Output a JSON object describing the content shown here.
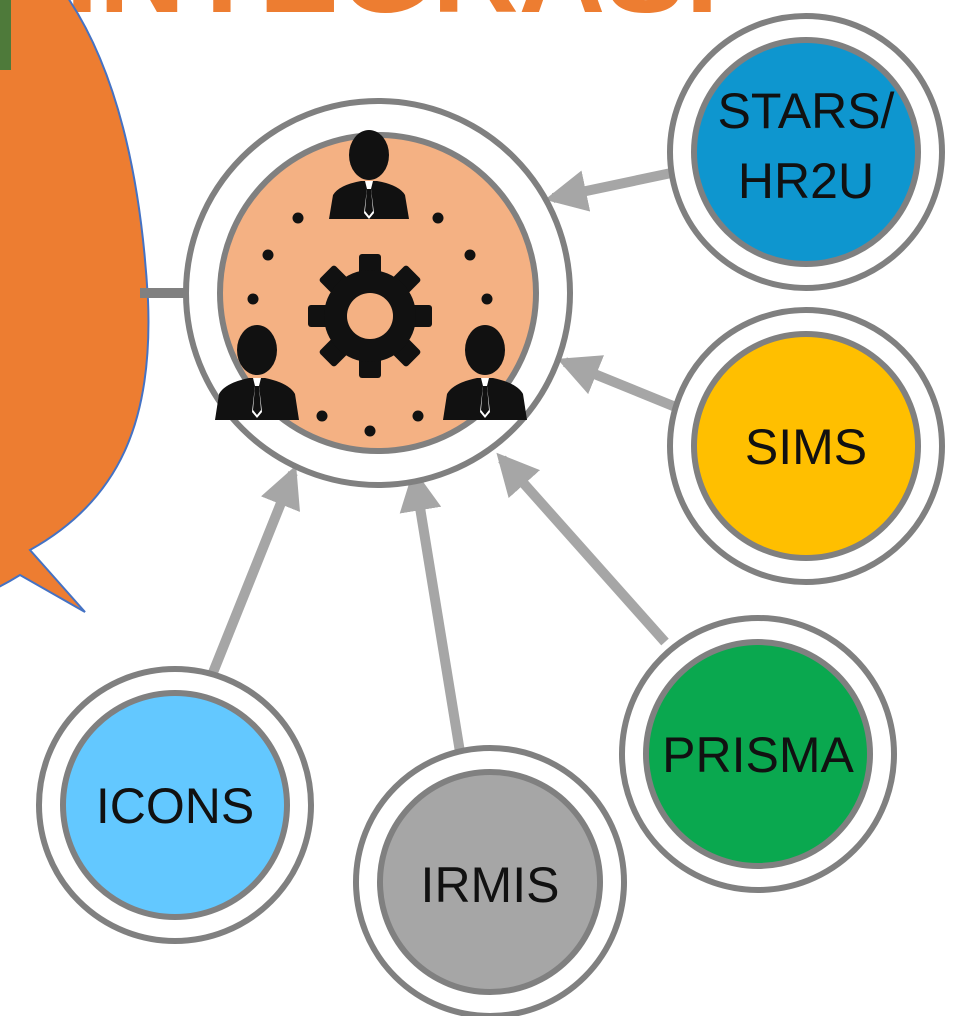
{
  "title": "INTEGRASI",
  "hub": {
    "icon": "team-collaboration-gear-icon"
  },
  "nodes": [
    {
      "id": "stars",
      "lines": [
        "STARS/",
        "HR2U"
      ],
      "color": "#0e96cf"
    },
    {
      "id": "sims",
      "lines": [
        "SIMS"
      ],
      "color": "#ffbf00"
    },
    {
      "id": "prisma",
      "lines": [
        "PRISMA"
      ],
      "color": "#0aa84f"
    },
    {
      "id": "irmis",
      "lines": [
        "IRMIS"
      ],
      "color": "#a6a6a6"
    },
    {
      "id": "icons",
      "lines": [
        "ICONS"
      ],
      "color": "#63c8ff"
    }
  ],
  "colors": {
    "hub_fill": "#f4b183",
    "callout_fill": "#ed7d31",
    "callout_border": "#4472c4",
    "title": "#ed7d31",
    "ring": "#808080",
    "arrow": "#a6a6a6",
    "icon": "#111111"
  }
}
